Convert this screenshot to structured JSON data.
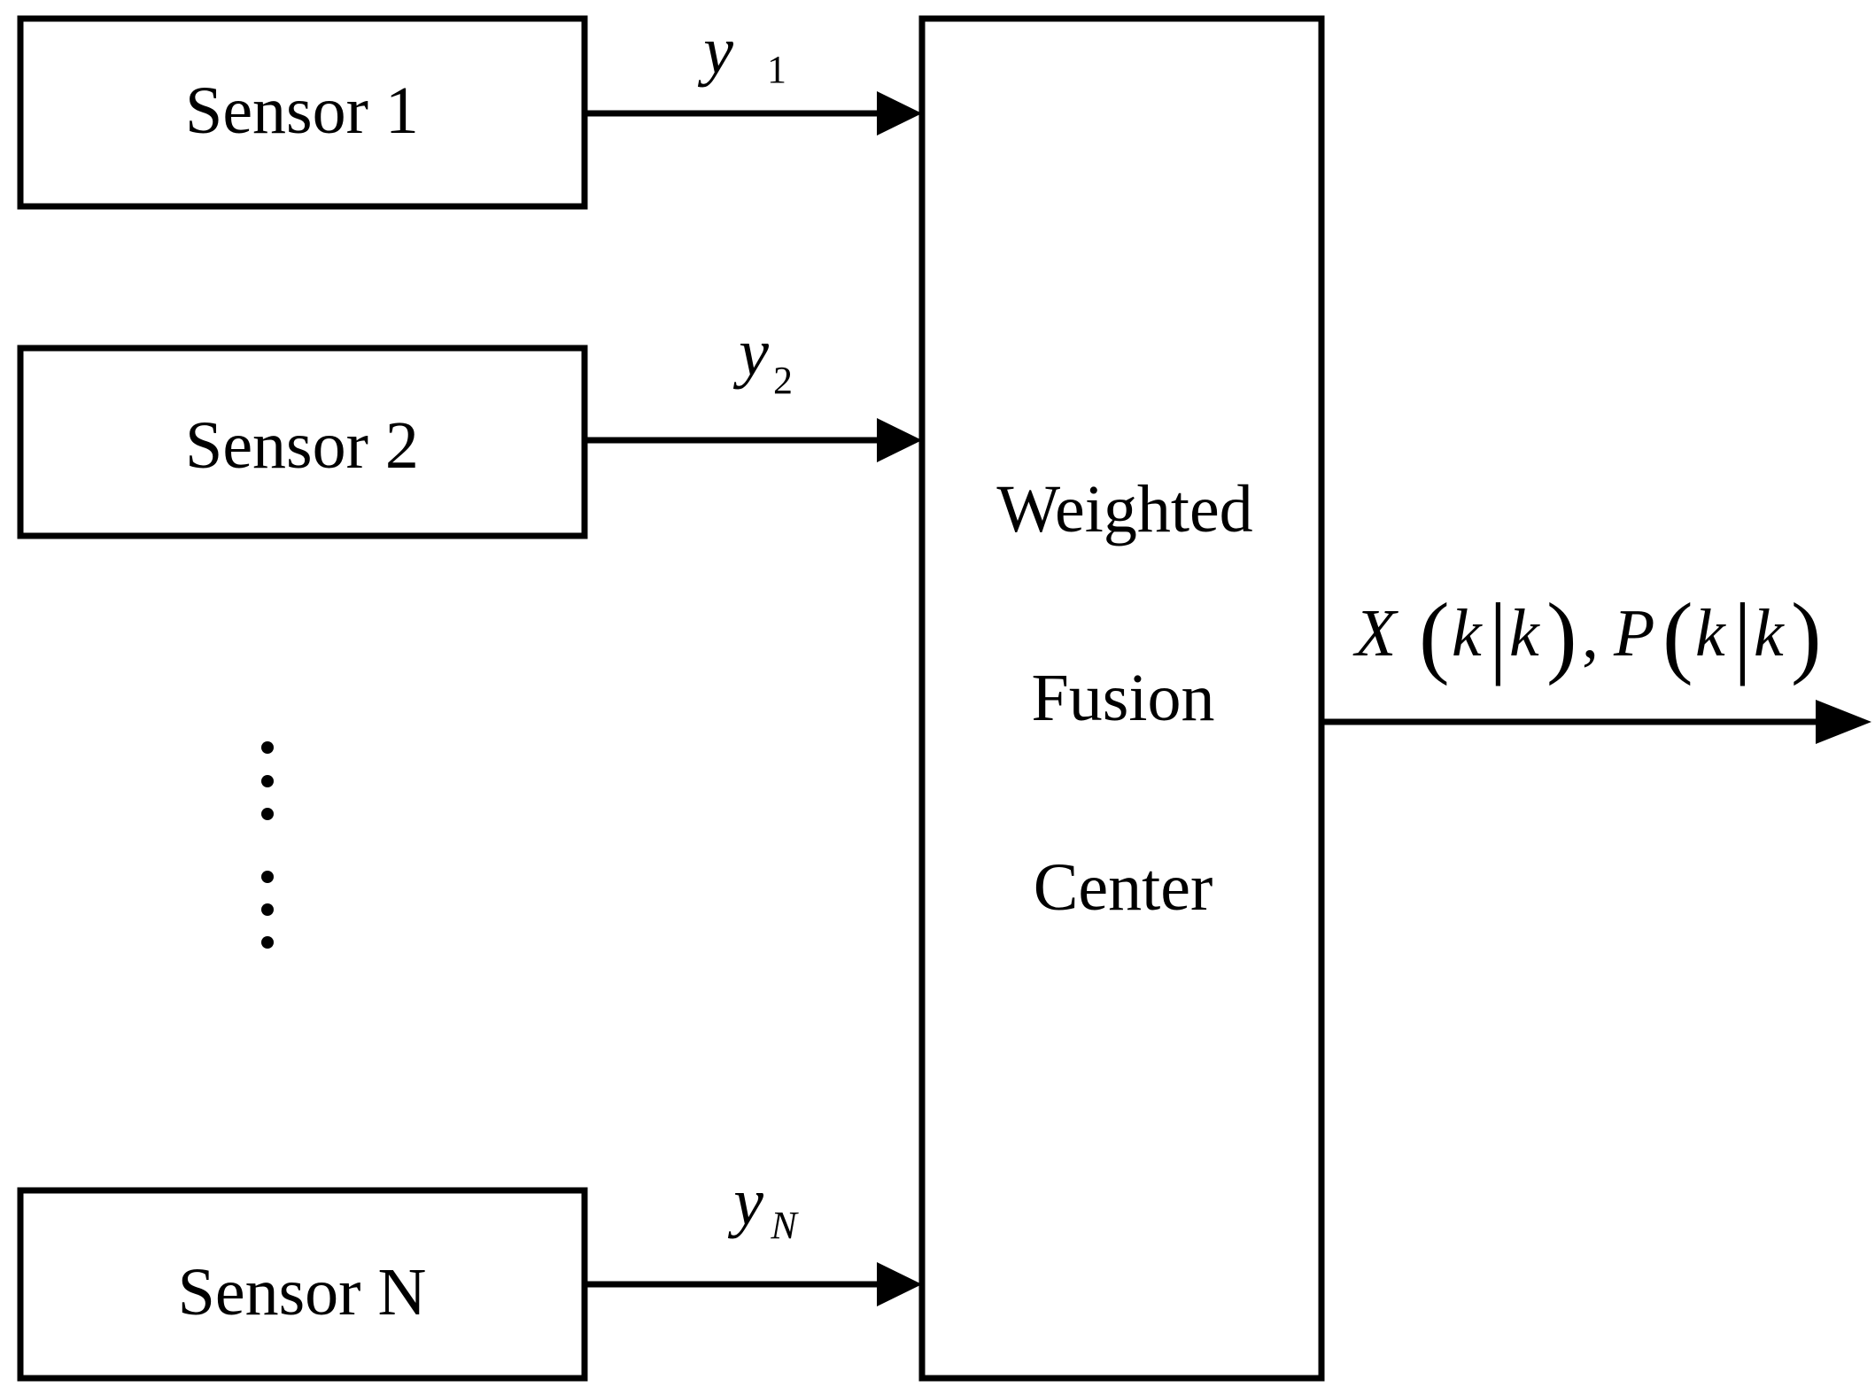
{
  "sensors": [
    {
      "label": "Sensor 1",
      "signal_symbol": "y",
      "signal_subscript": "1"
    },
    {
      "label": "Sensor 2",
      "signal_symbol": "y",
      "signal_subscript": "2"
    },
    {
      "label": "Sensor N",
      "signal_symbol": "y",
      "signal_subscript": "N"
    }
  ],
  "fusion_center": {
    "lines": [
      "Weighted",
      "Fusion",
      "Center"
    ]
  },
  "output": {
    "x_symbol": "X",
    "p_symbol": "P",
    "k": "k",
    "open_paren": "(",
    "close_paren": ")",
    "bar": "|",
    "comma": ","
  },
  "colors": {
    "stroke": "#000000",
    "background": "#ffffff"
  }
}
